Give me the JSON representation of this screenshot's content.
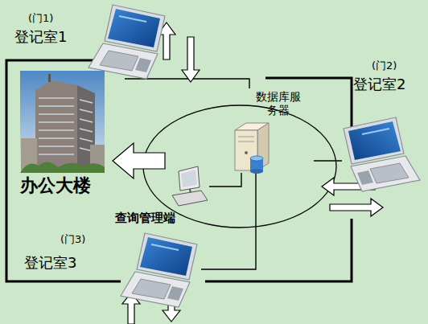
{
  "diagram": {
    "nodes": [
      {
        "text": [
          "(门1)",
          "登记室1"
        ]
      },
      {
        "text": [
          "(门2)",
          "登记室2"
        ]
      },
      {
        "text": [
          "数据库服务器"
        ]
      },
      {
        "text": [
          "办公大楼"
        ]
      },
      {
        "text": [
          "查询管理端"
        ]
      },
      {
        "text": [
          "(门3)",
          "登记室3"
        ]
      }
    ],
    "edges": [
      {
        "from": 0,
        "to": 2,
        "arrow": "none"
      },
      {
        "from": 1,
        "to": 2,
        "arrow": "none"
      },
      {
        "from": 5,
        "to": 2,
        "arrow": "none"
      },
      {
        "from": 4,
        "to": 2,
        "arrow": "none"
      }
    ]
  }
}
